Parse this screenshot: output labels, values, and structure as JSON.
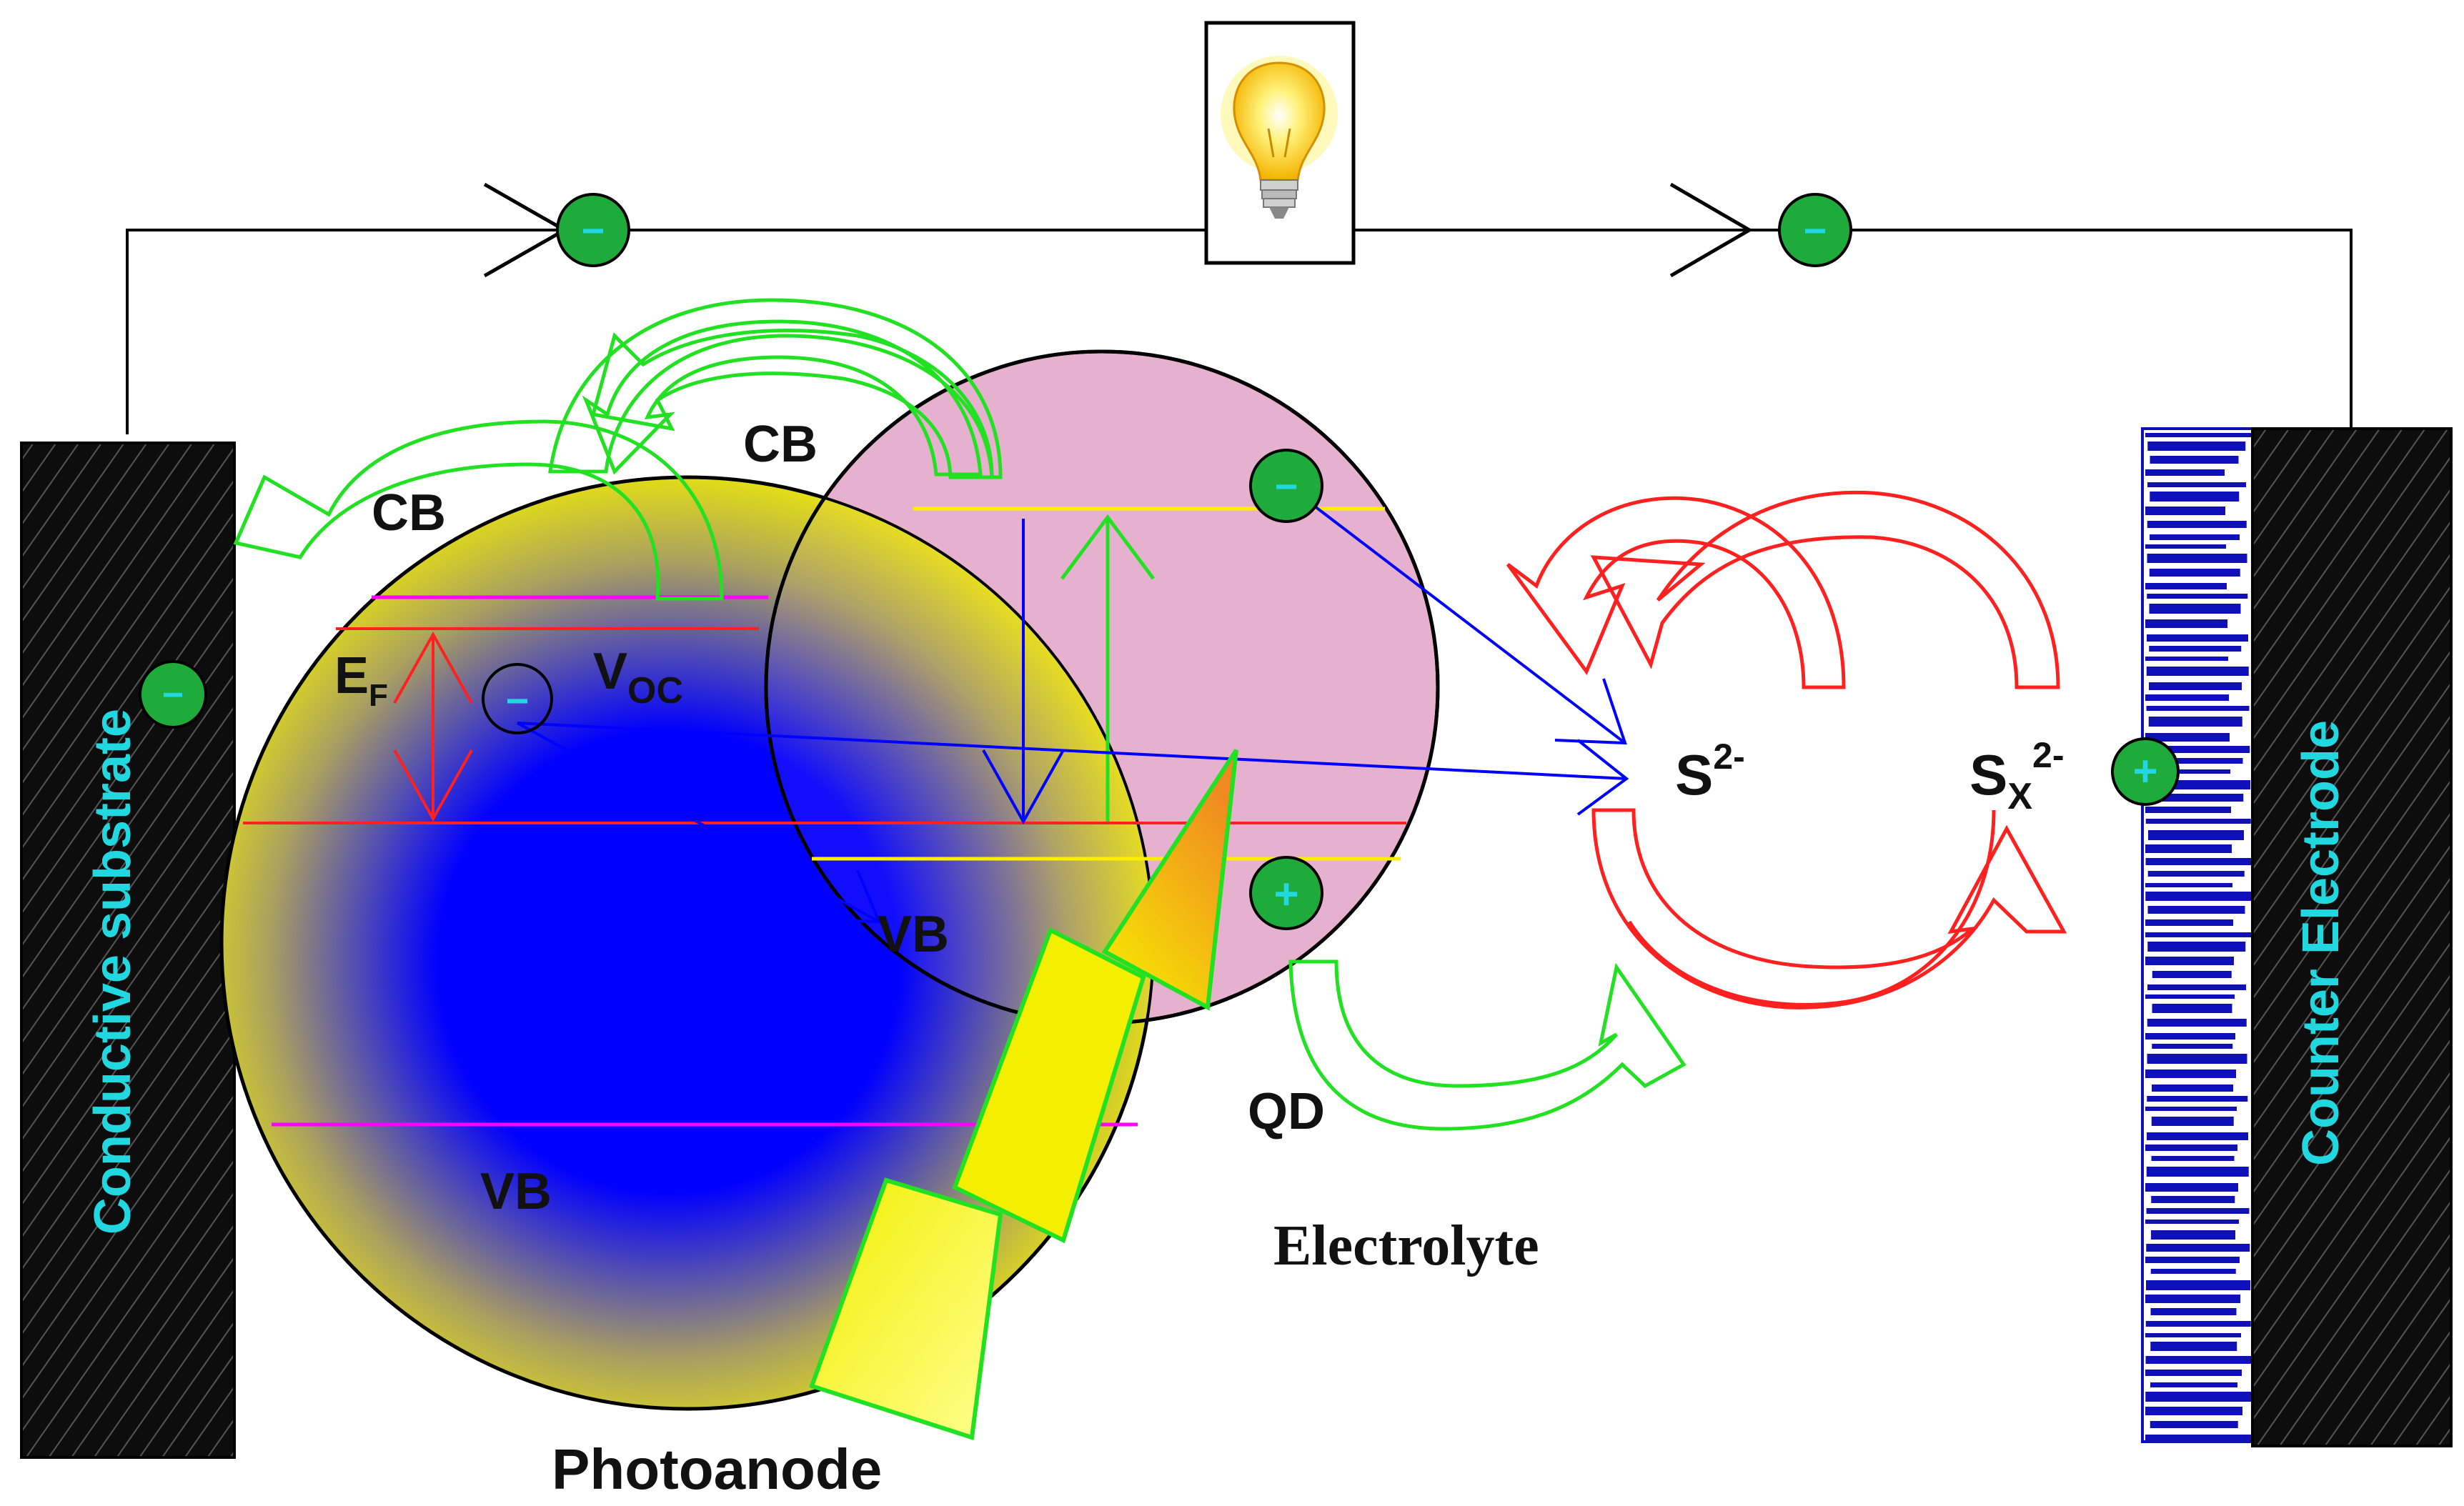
{
  "labels": {
    "photoanode_cb": "CB",
    "qd_cb": "CB",
    "fermi_main": "E",
    "fermi_sub": "F",
    "voc_main": "V",
    "voc_sub": "OC",
    "qd_vb": "VB",
    "photoanode_vb": "VB",
    "qd": "QD",
    "electrolyte": "Electrolyte",
    "photoanode": "Photoanode",
    "conductive_substrate": "Conductive substrate",
    "counter_electrode": "Counter Electrode",
    "sulfide_main": "S",
    "sulfide_sup": "2-",
    "polysulfide_main": "S",
    "polysulfide_sub": "X",
    "polysulfide_sup": "2-"
  },
  "symbols": {
    "electron": "−",
    "hole": "+"
  },
  "icons": {
    "bulb": "light-bulb-icon"
  },
  "colors": {
    "electron_fill": "#1faa3c",
    "charge_text": "#22d8e0",
    "qd_fill": "#e6b0cf",
    "nanoparticle_outer": "#f2ee00",
    "nanoparticle_inner": "#0000ff",
    "electron_path": "#0000ff",
    "injection_arrow": "#22e022",
    "redox_arrow": "#ff2020",
    "band_level": "#ff2020",
    "pink_level": "#ff00ff",
    "qd_level": "#ffee00",
    "electrode_dark": "#0d0d0d",
    "counter_stripes": "#1010b8"
  }
}
